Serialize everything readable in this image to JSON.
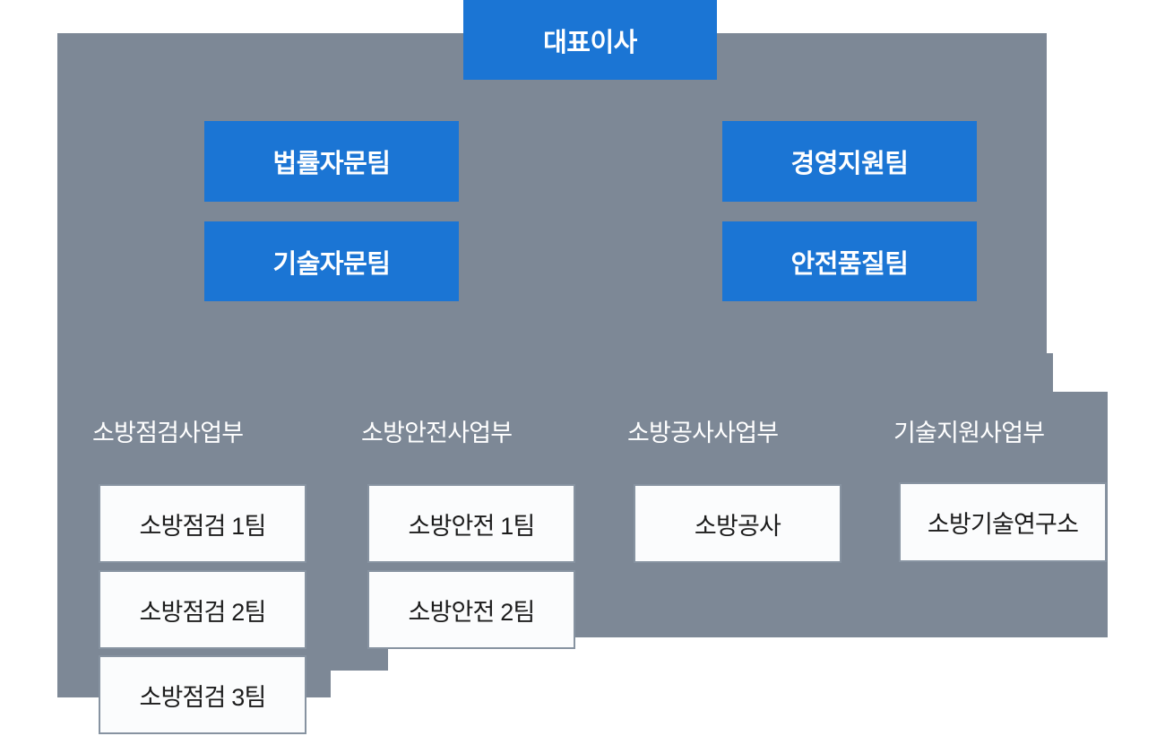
{
  "colors": {
    "accent_blue": "#1b75d4",
    "backdrop_gray": "#7d8896",
    "box_border": "#8793a1",
    "box_fill": "#fbfcfd",
    "text_dark": "#1c1c1c",
    "text_light": "#ffffff"
  },
  "chart_data": {
    "type": "diagram",
    "title": "대표이사",
    "root": "대표이사",
    "staff_left": [
      "법률자문팀",
      "기술자문팀"
    ],
    "staff_right": [
      "경영지원팀",
      "안전품질팀"
    ],
    "divisions": [
      {
        "name": "소방점검사업부",
        "teams": [
          "소방점검 1팀",
          "소방점검 2팀",
          "소방점검 3팀"
        ]
      },
      {
        "name": "소방안전사업부",
        "teams": [
          "소방안전 1팀",
          "소방안전 2팀"
        ]
      },
      {
        "name": "소방공사사업부",
        "teams": [
          "소방공사"
        ]
      },
      {
        "name": "기술지원사업부",
        "teams": [
          "소방기술연구소"
        ]
      }
    ]
  },
  "org": {
    "ceo": {
      "label": "대표이사"
    },
    "staff": {
      "left": [
        {
          "label": "법률자문팀"
        },
        {
          "label": "기술자문팀"
        }
      ],
      "right": [
        {
          "label": "경영지원팀"
        },
        {
          "label": "안전품질팀"
        }
      ]
    },
    "divisions": [
      {
        "label": "소방점검사업부",
        "teams": [
          {
            "label": "소방점검 1팀"
          },
          {
            "label": "소방점검 2팀"
          },
          {
            "label": "소방점검 3팀"
          }
        ]
      },
      {
        "label": "소방안전사업부",
        "teams": [
          {
            "label": "소방안전 1팀"
          },
          {
            "label": "소방안전 2팀"
          }
        ]
      },
      {
        "label": "소방공사사업부",
        "teams": [
          {
            "label": "소방공사"
          }
        ]
      },
      {
        "label": "기술지원사업부",
        "teams": [
          {
            "label": "소방기술연구소"
          }
        ]
      }
    ]
  }
}
